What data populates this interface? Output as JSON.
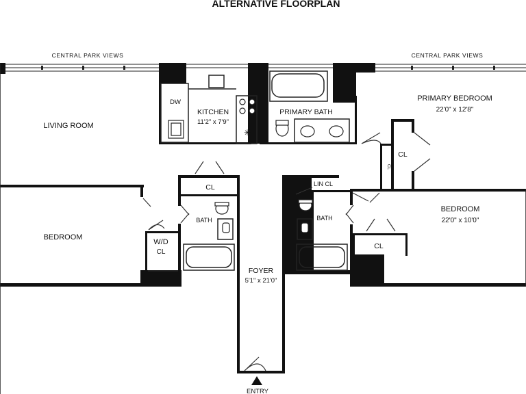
{
  "title": "ALTERNATIVE FLOORPLAN",
  "views_left": "CENTRAL PARK VIEWS",
  "views_right": "CENTRAL PARK VIEWS",
  "rooms": {
    "living_room": {
      "name": "LIVING ROOM"
    },
    "kitchen": {
      "name": "KITCHEN",
      "dims": "11'2\" x 7'9\""
    },
    "primary_bath": {
      "name": "PRIMARY BATH"
    },
    "primary_bedroom": {
      "name": "PRIMARY BEDROOM",
      "dims": "22'0\" x 12'8\""
    },
    "bedroom_left": {
      "name": "BEDROOM"
    },
    "bedroom_right": {
      "name": "BEDROOM",
      "dims": "22'0\" x 10'0\""
    },
    "foyer": {
      "name": "FOYER",
      "dims": "5'1\" x 21'0\""
    },
    "bath_left": {
      "name": "BATH"
    },
    "bath_right": {
      "name": "BATH"
    },
    "wd": {
      "name": "W/D",
      "sub": "CL"
    }
  },
  "closets": {
    "cl_primary": "CL",
    "cl_small": "CL",
    "cl_center": "CL",
    "lin_cl": "LIN CL",
    "cl_right_bedroom": "CL"
  },
  "appliances": {
    "dw": "DW"
  },
  "entry": "ENTRY",
  "colors": {
    "wall": "#111111",
    "line": "#222222",
    "background": "#ffffff"
  }
}
